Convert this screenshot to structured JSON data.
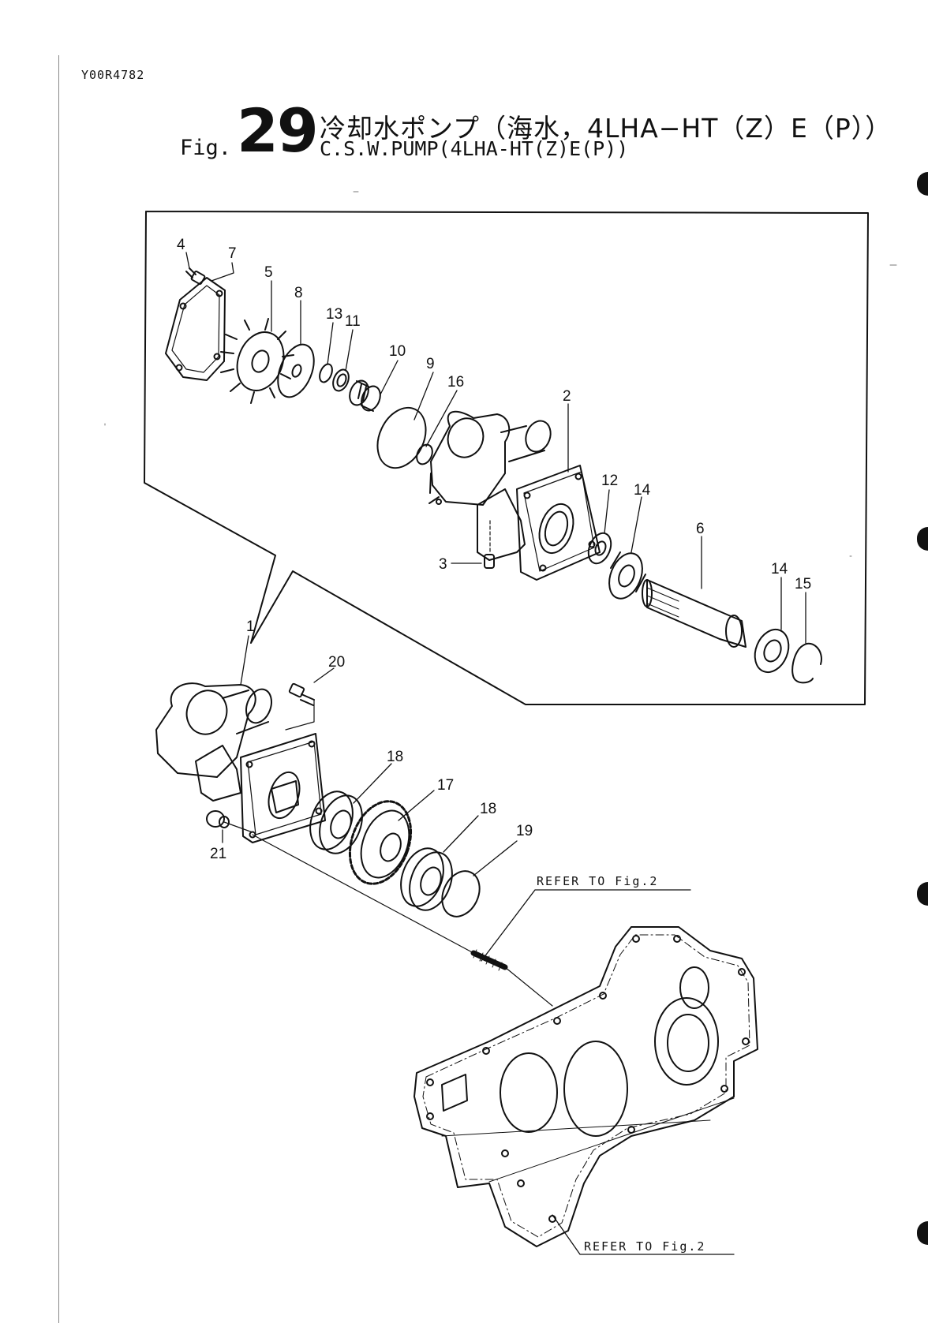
{
  "document": {
    "code": "Y00R4782",
    "fig_prefix": "Fig.",
    "fig_number": "29",
    "title_jp": "冷却水ポンプ（海水，4LHA−HT（Z）E（P））",
    "title_en": "C.S.W.PUMP(4LHA-HT(Z)E(P))"
  },
  "callouts": [
    "1",
    "2",
    "3",
    "4",
    "5",
    "6",
    "7",
    "8",
    "9",
    "10",
    "11",
    "12",
    "13",
    "14",
    "14",
    "15",
    "16",
    "17",
    "18",
    "18",
    "19",
    "20",
    "21"
  ],
  "references": {
    "upper": "REFER TO Fig.2",
    "lower": "REFER TO Fig.2"
  }
}
